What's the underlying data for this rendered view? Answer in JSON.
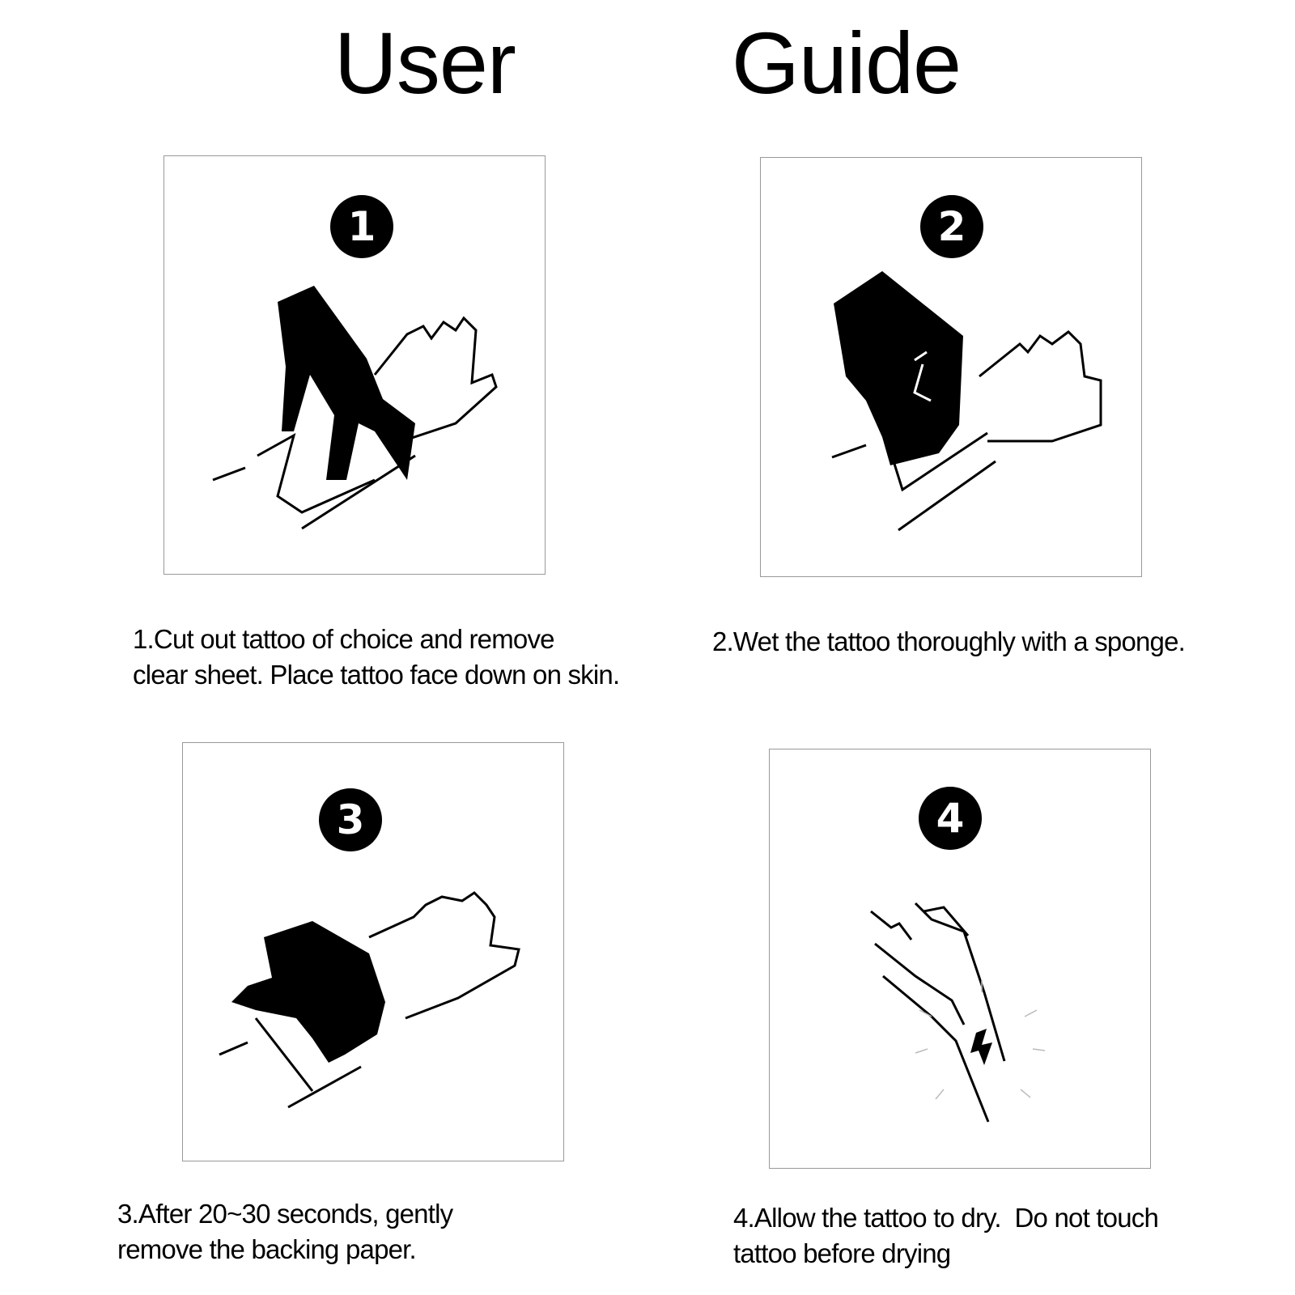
{
  "title": "User   Guide",
  "steps": [
    {
      "number": "1",
      "caption_lines": [
        "1.Cut out tattoo of choice and remove",
        "clear sheet. Place tattoo face down on skin."
      ]
    },
    {
      "number": "2",
      "caption_lines": [
        "2.Wet the tattoo thoroughly with a sponge."
      ]
    },
    {
      "number": "3",
      "caption_lines": [
        "3.After 20~30 seconds, gently",
        "remove the backing paper."
      ]
    },
    {
      "number": "4",
      "caption_lines": [
        "4.Allow the tattoo to dry.  Do not touch",
        "tattoo before drying"
      ]
    }
  ]
}
